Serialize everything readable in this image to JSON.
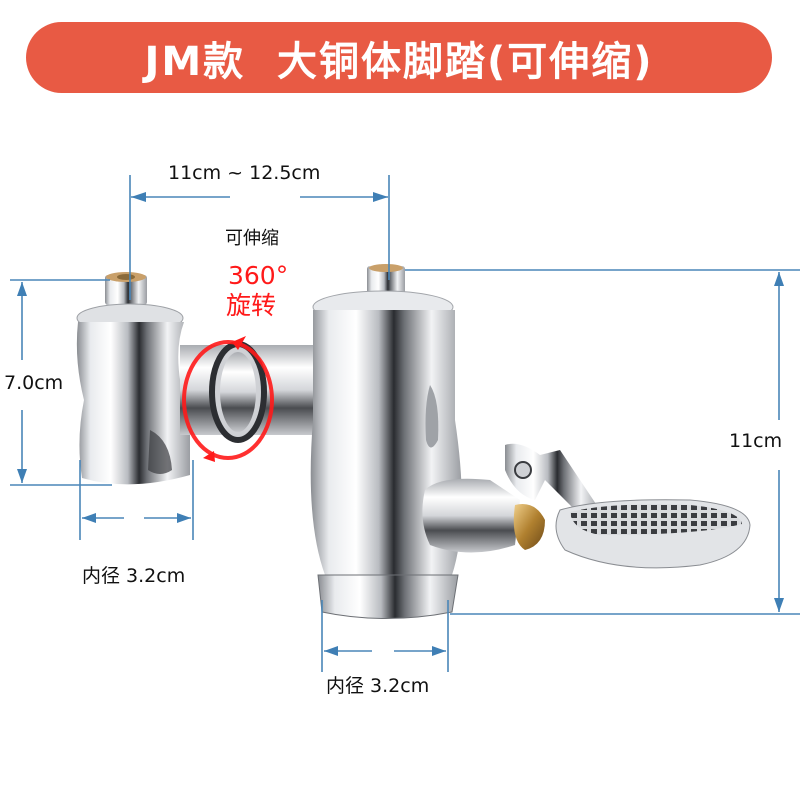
{
  "banner": {
    "title": "JM款  大铜体脚踏(可伸缩)",
    "background_color": "#e85a44",
    "text_color": "#ffffff"
  },
  "dimensions": {
    "width_range": "11cm ~ 12.5cm",
    "telescopic_label": "可伸缩",
    "left_height": "7.0cm",
    "right_height": "11cm",
    "inlet_inner_diameter": "内径 3.2cm",
    "outlet_inner_diameter": "内径 3.2cm",
    "line_color": "#4a86b8"
  },
  "rotation": {
    "degrees": "360°",
    "label": "旋转",
    "color": "#ff1a1a"
  },
  "product": {
    "name": "foot-pedal flush valve",
    "material": "chrome-plated brass",
    "components": [
      "inlet body",
      "swivel connector",
      "valve body",
      "foot pedal",
      "outlet nut"
    ]
  }
}
